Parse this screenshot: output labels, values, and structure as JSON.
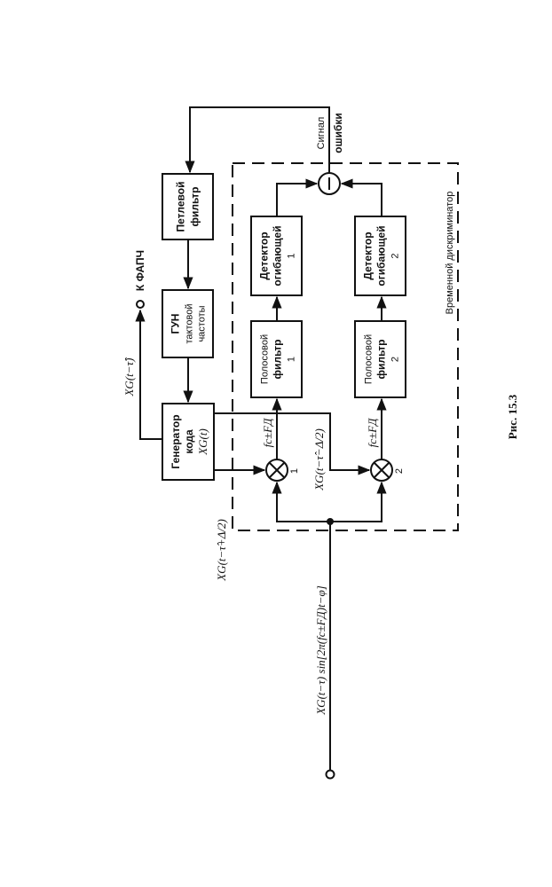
{
  "figure": {
    "caption": "Рис. 15.3",
    "discriminator_label": "Временной дискриминатор",
    "error_signal_label": [
      "Сигнал",
      "ошибки"
    ],
    "pll_output_label": "К ФАПЧ",
    "subtractor_symbol": "−"
  },
  "blocks": {
    "loop_filter": [
      "Петлевой",
      "фильтр"
    ],
    "vco": [
      "ГУН",
      "тактовой",
      "частоты"
    ],
    "code_generator": [
      "Генератор",
      "кода",
      "XG(t)"
    ],
    "bandpass_1": [
      "Полосовой",
      "фильтр",
      "1"
    ],
    "bandpass_2": [
      "Полосовой",
      "фильтр",
      "2"
    ],
    "detector_1": [
      "Детектор",
      "огибающей",
      "1"
    ],
    "detector_2": [
      "Детектор",
      "огибающей",
      "2"
    ]
  },
  "multipliers": {
    "m1_label": "1",
    "m2_label": "2"
  },
  "signals": {
    "input": "XG(t−τ) sin[2π(fc±FД)t−φ]",
    "early_code": "XG(t−τ̂+Δ/2)",
    "late_code": "XG(t−τ̂−Δ/2)",
    "prompt_code": "XG(t−τ̂)",
    "mixer1_out": "fc±FД",
    "mixer2_out": "fc±FД"
  }
}
